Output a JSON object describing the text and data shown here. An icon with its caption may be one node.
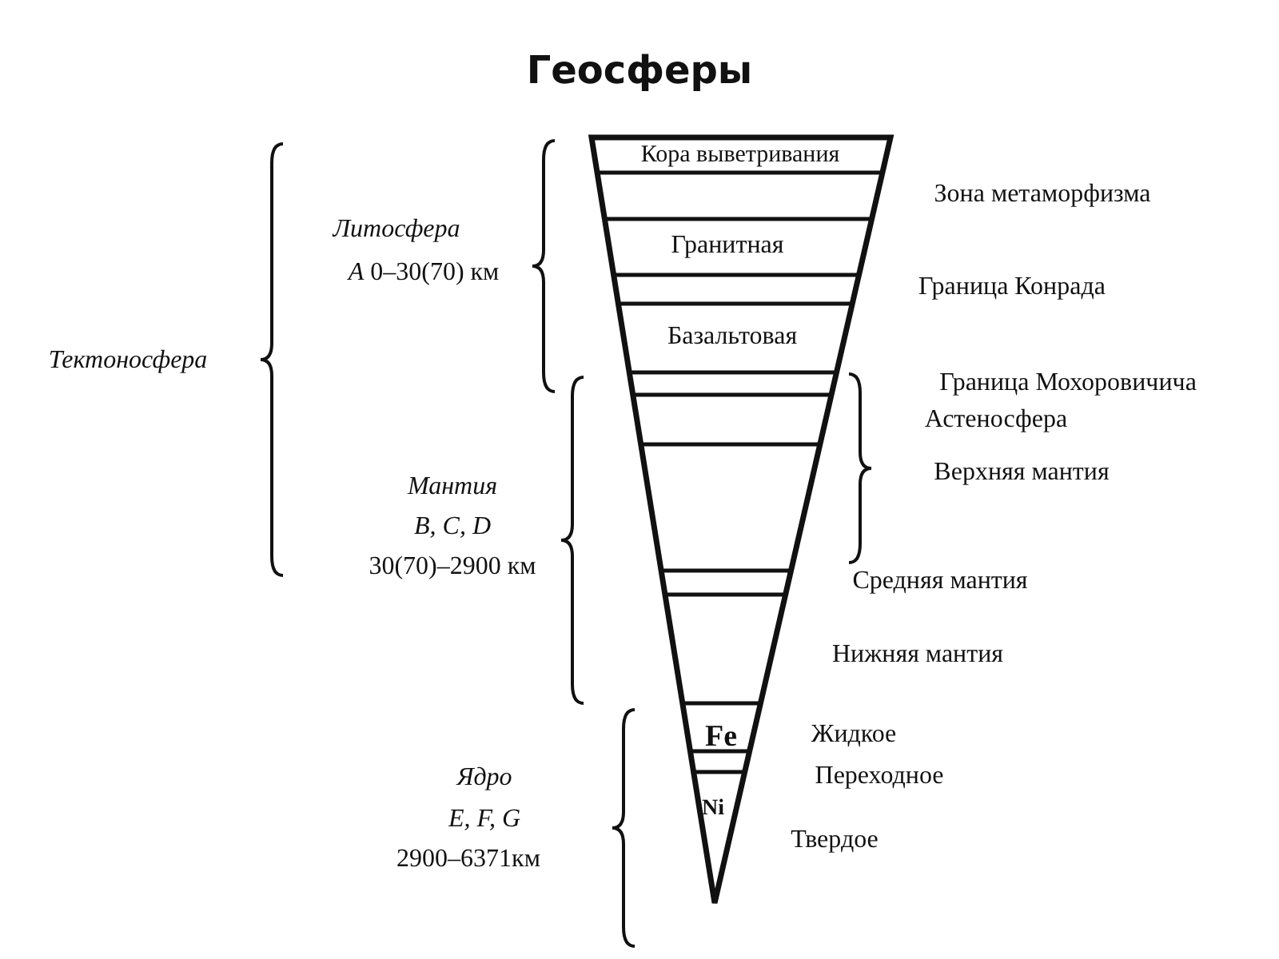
{
  "diagram": {
    "title": "Геосферы",
    "labels": [
      "Тектоносфера",
      "Литосфера",
      "*A* 0–30(70) км",
      "Мантия",
      "B, C, D",
      "30(70)–2900 км",
      "Ядро",
      "E, F, G",
      "2900–6371км",
      "Кора выветривания",
      "Зона метаморфизма",
      "Гранитная",
      "Граница Конрада",
      "Базальтовая",
      "Граница Мохоровичича",
      "Астеносфера",
      "Верхняя мантия",
      "Средняя мантия",
      "Нижняя мантия",
      "Fe",
      "Жидкое",
      "Переходное",
      "Ni",
      "Твердое"
    ]
  }
}
